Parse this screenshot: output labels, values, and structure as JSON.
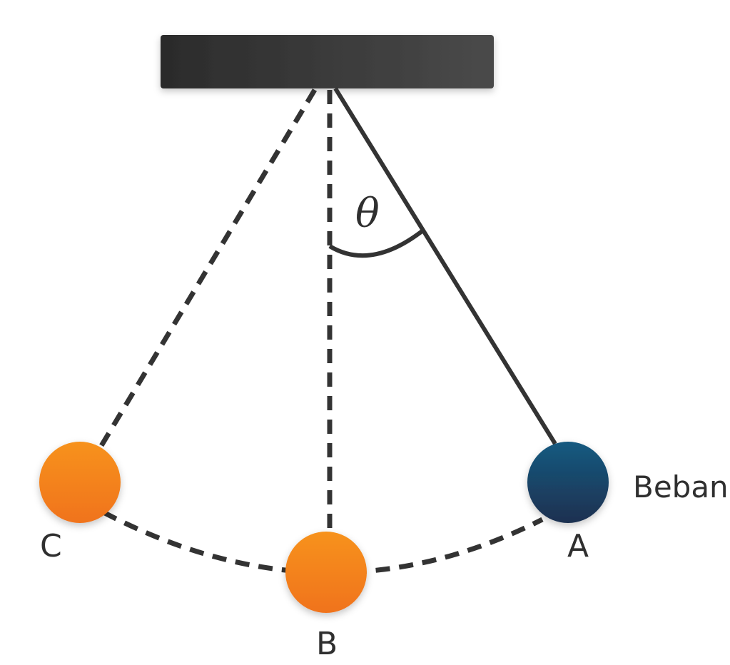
{
  "diagram": {
    "angle_label": "θ",
    "mass_label": "Beban",
    "positions": [
      "A",
      "B",
      "C"
    ]
  },
  "colors": {
    "bar": "#333333",
    "line": "#333333",
    "mass_active": "#1a4a6e",
    "mass_ghost": "#f5821f"
  }
}
